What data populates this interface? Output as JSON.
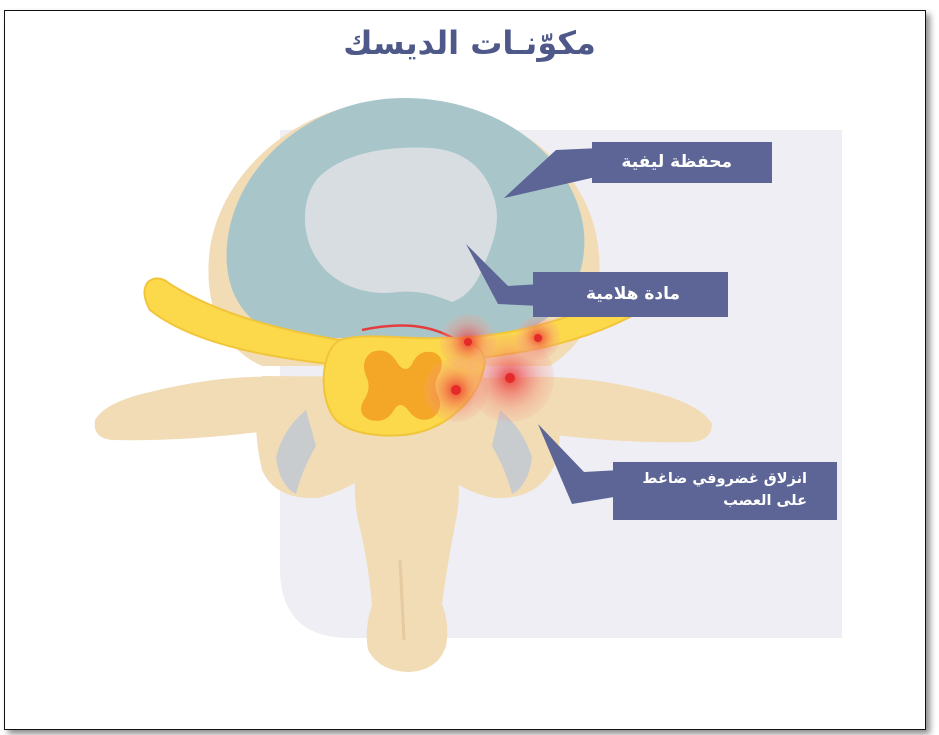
{
  "title": "مكوّنـات الديسك",
  "labels": {
    "annulus": "محفظة ليفية",
    "nucleus": "مادة هلامية",
    "herniation": "انزلاق غضروفي ضاغط على العصب"
  },
  "colors": {
    "title": "#4e5989",
    "label_bg": "#5c6595",
    "annulus": "#a8c6ca",
    "nucleus": "#d7dde1",
    "bone": "#f1dcb6",
    "nerve_root": "#fbd94a",
    "spinal_cord": "#f4a727",
    "pain_center": "#e52a2a",
    "backdrop": "#eeeef4"
  }
}
